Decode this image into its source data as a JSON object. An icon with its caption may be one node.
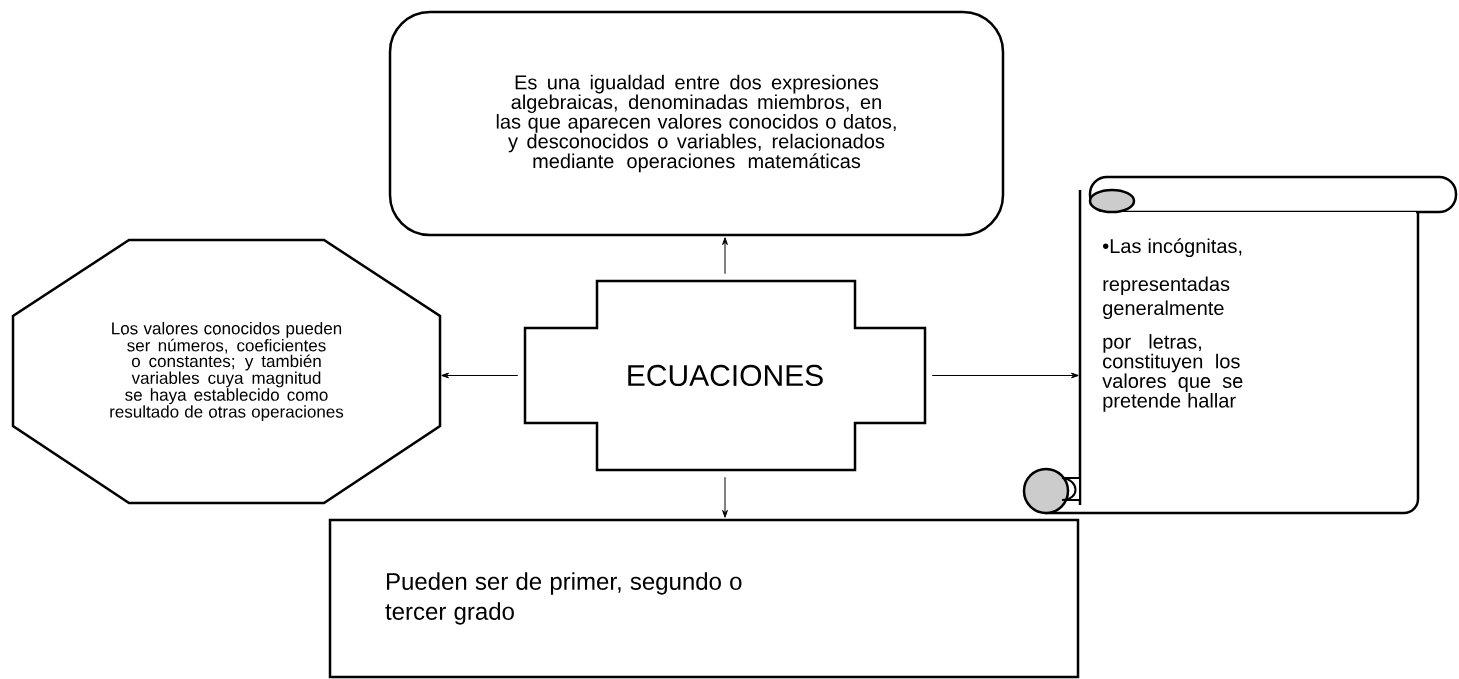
{
  "diagram": {
    "nodes": [
      {
        "text": [
          "ECUACIONES"
        ]
      },
      {
        "text": [
          "Es una igualdad entre dos expresiones algebraicas, denominadas miembros, en las que aparecen valores conocidos o datos, y desconocidos o variables, relacionados mediante operaciones matemáticas"
        ]
      },
      {
        "text": [
          "Los valores conocidos pueden ser números, coeficientes o constantes; y también variables cuya magnitud se haya establecido como resultado de otras operaciones"
        ]
      },
      {
        "text": [
          "•Las incógnitas,",
          "representadas generalmente",
          "por letras, constituyen los valores que se pretende hallar"
        ]
      },
      {
        "text": [
          "Pueden ser de primer, segundo o tercer grado"
        ]
      }
    ],
    "edges": [
      {
        "from": 0,
        "to": 1,
        "arrow": "to"
      },
      {
        "from": 0,
        "to": 2,
        "arrow": "to"
      },
      {
        "from": 0,
        "to": 3,
        "arrow": "to"
      },
      {
        "from": 0,
        "to": 4,
        "arrow": "to"
      }
    ]
  }
}
